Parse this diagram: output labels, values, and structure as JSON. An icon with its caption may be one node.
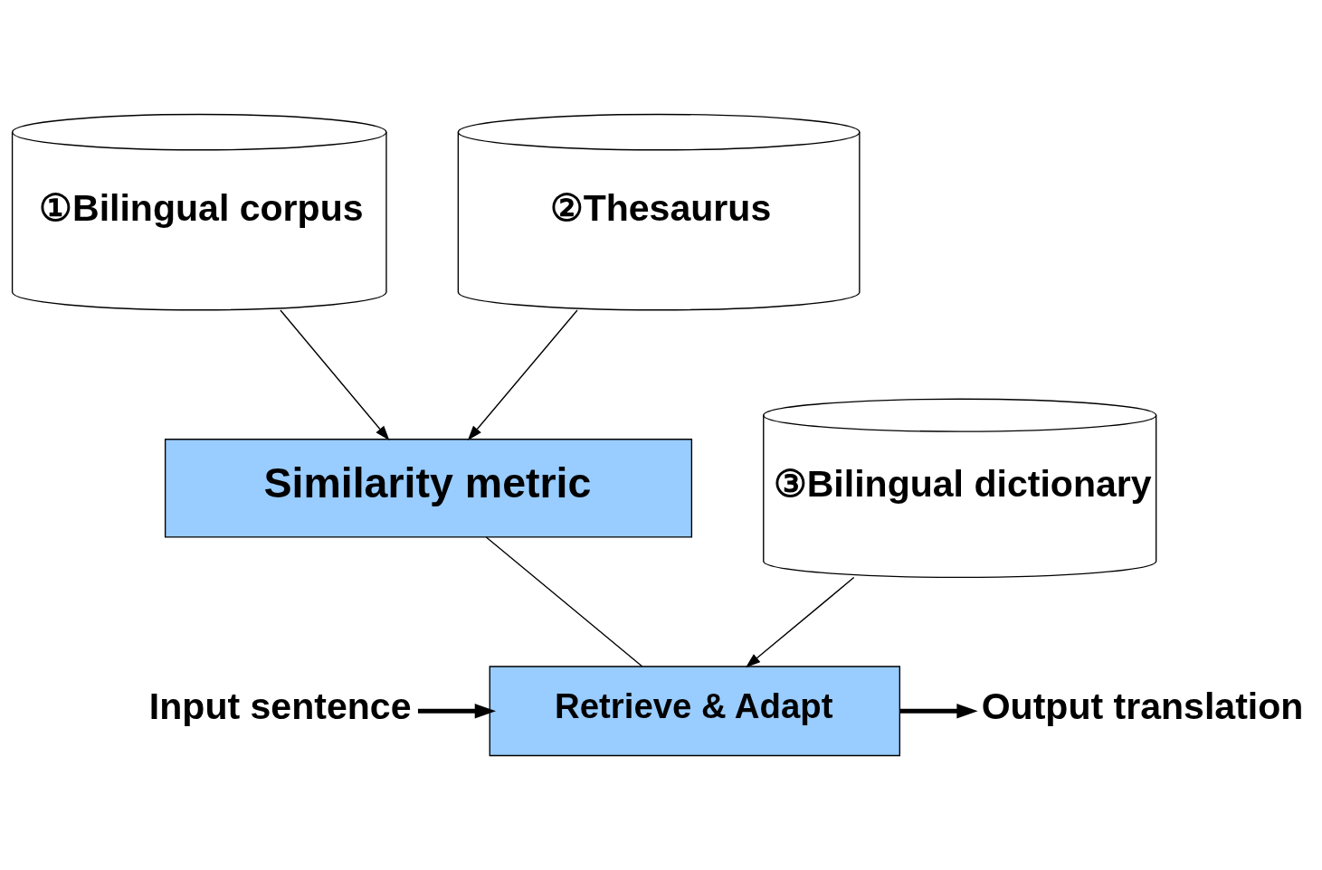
{
  "diagram": {
    "nodes": [
      {
        "text": [
          "①Bilingual corpus"
        ]
      },
      {
        "text": [
          "②Thesaurus"
        ]
      },
      {
        "text": [
          "Similarity metric"
        ]
      },
      {
        "text": [
          "Input sentence"
        ]
      },
      {
        "text": [
          "Retrieve & Adapt"
        ]
      },
      {
        "text": [
          "Output translation"
        ]
      },
      {
        "text": [
          "③Bilingual dictionary"
        ]
      }
    ],
    "edges": [
      {
        "from": 0,
        "to": 2,
        "arrow": "to"
      },
      {
        "from": 1,
        "to": 2,
        "arrow": "to"
      },
      {
        "from": 2,
        "to": 4,
        "arrow": "none"
      },
      {
        "from": 3,
        "to": 4,
        "arrow": "to",
        "style": "thick"
      },
      {
        "from": 4,
        "to": 5,
        "arrow": "to",
        "style": "thick"
      },
      {
        "from": 6,
        "to": 4,
        "arrow": "to"
      }
    ]
  }
}
